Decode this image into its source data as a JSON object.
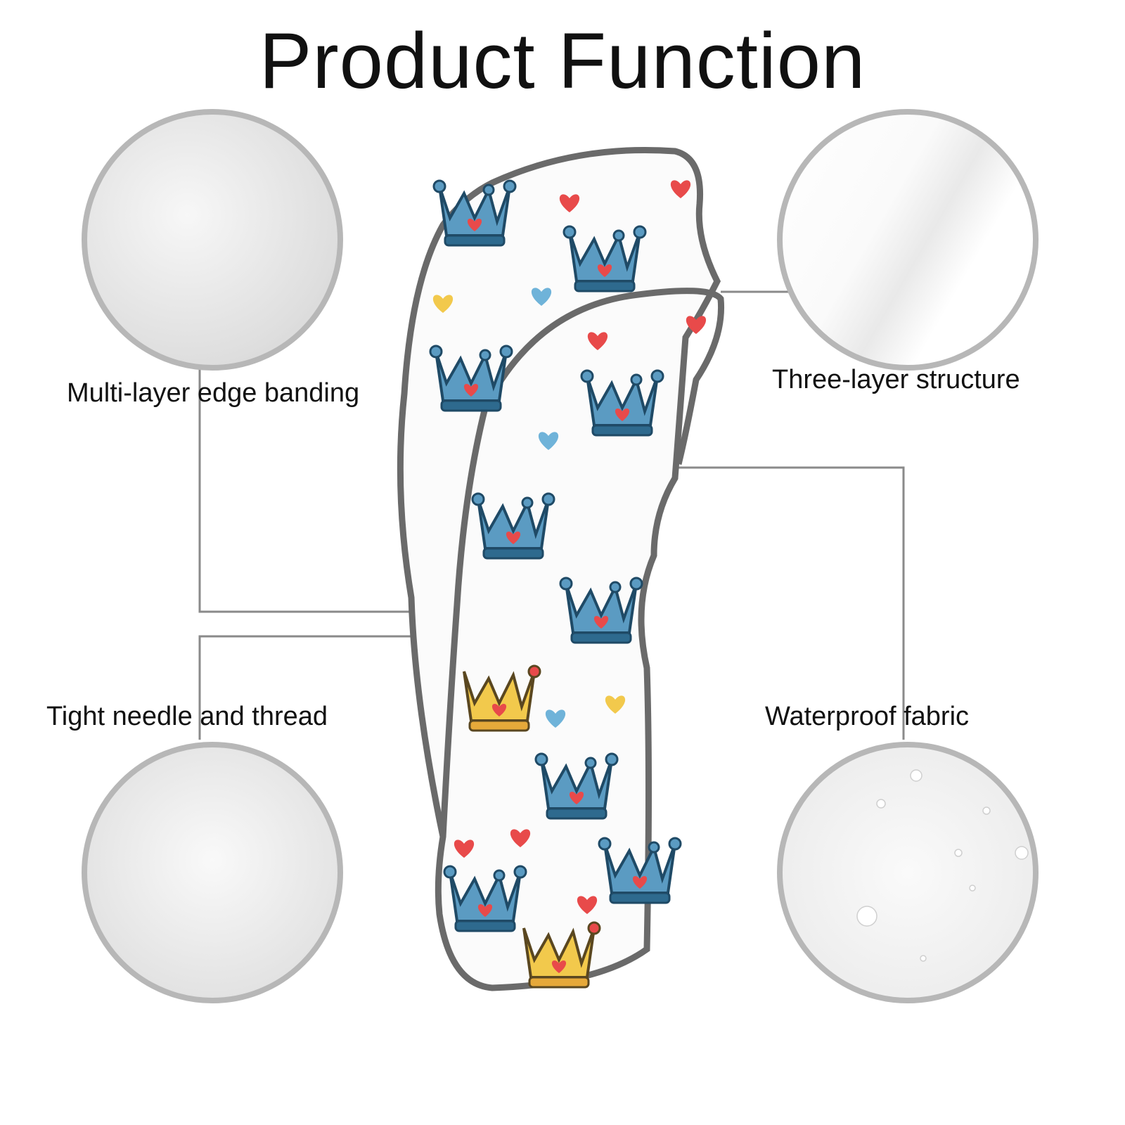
{
  "title": "Product Function",
  "features": [
    {
      "label": "Multi-layer edge banding"
    },
    {
      "label": "Three-layer structure"
    },
    {
      "label": "Tight needle and thread"
    },
    {
      "label": "Waterproof fabric"
    }
  ],
  "colors": {
    "circle_border": "#b7b7b7",
    "trim": "#6a6a6a",
    "crown_blue": "#4f8fb5",
    "crown_yellow": "#f2c94c",
    "heart_red": "#e84a4a"
  }
}
